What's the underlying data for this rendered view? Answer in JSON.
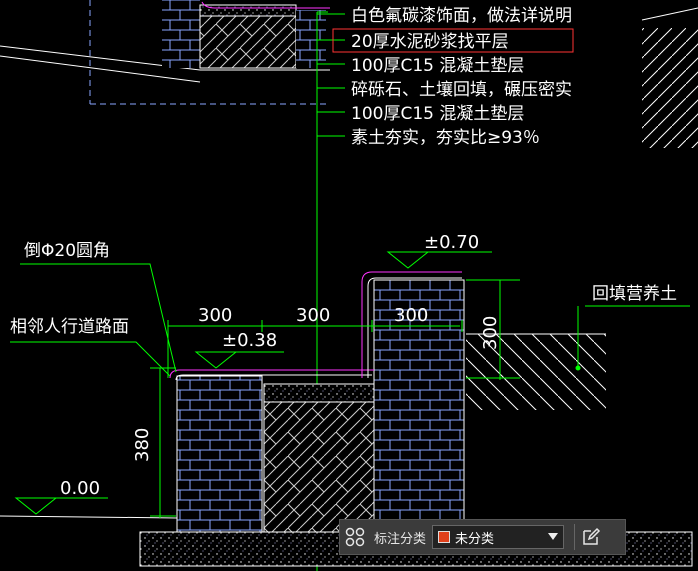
{
  "drawing": {
    "callouts": [
      "白色氟碳漆饰面，做法详说明",
      "20厚水泥砂浆找平层",
      "100厚C15 混凝土垫层",
      "碎砾石、土壤回填，碾压密实",
      "100厚C15 混凝土垫层",
      "素土夯实，夯实比≥93％"
    ],
    "label_chamfer": "倒Φ20圆角",
    "label_sidewalk": "相邻人行道路面",
    "label_backfill": "回填营养土",
    "elev_top": "±0.70",
    "elev_mid": "±0.38",
    "elev_ground": "0.00",
    "dim_300_a": "300",
    "dim_300_b": "300",
    "dim_300_c": "300",
    "dim_300_v": "300",
    "dim_380_v": "380",
    "colors": {
      "green": "#00ff00",
      "magenta": "#ff33ff",
      "blue_brick": "#8aa6ff",
      "white": "#ffffff",
      "red_box": "#ff3333"
    }
  },
  "toolbar": {
    "grid_icon": "grid-four-circles-icon",
    "label": "标注分类",
    "select_value": "未分类",
    "swatch_color": "#e0401b",
    "edit_icon": "edit-pencil-icon"
  }
}
